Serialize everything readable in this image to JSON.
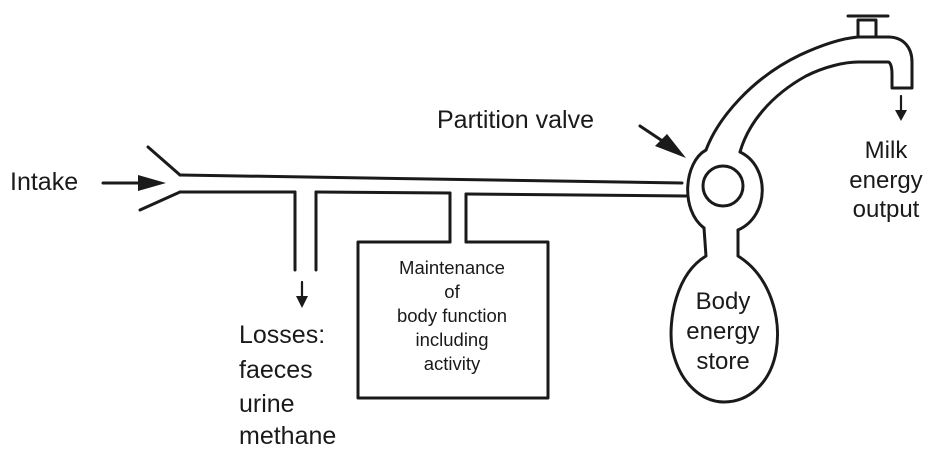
{
  "labels": {
    "intake": "Intake",
    "partition_valve": "Partition valve",
    "milk_output": [
      "Milk",
      "energy",
      "output"
    ],
    "losses": [
      "Losses:",
      "faeces",
      "urine",
      "methane"
    ],
    "maintenance": [
      "Maintenance",
      "of",
      "body function",
      "including",
      "activity"
    ],
    "body_store": [
      "Body",
      "energy",
      "store"
    ]
  }
}
